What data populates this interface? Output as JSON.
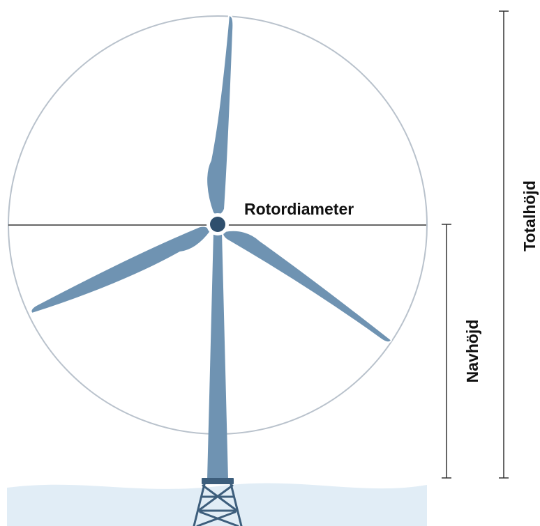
{
  "labels": {
    "rotor_diameter": "Rotordiameter",
    "hub_height": "Navhöjd",
    "total_height": "Totalhöjd"
  },
  "colors": {
    "turbine": "#6f93b2",
    "hub": "#2f4f6d",
    "water": "#e1edf6",
    "rotor_circle": "#b9c2cc",
    "dimension_lines": "#333333"
  }
}
